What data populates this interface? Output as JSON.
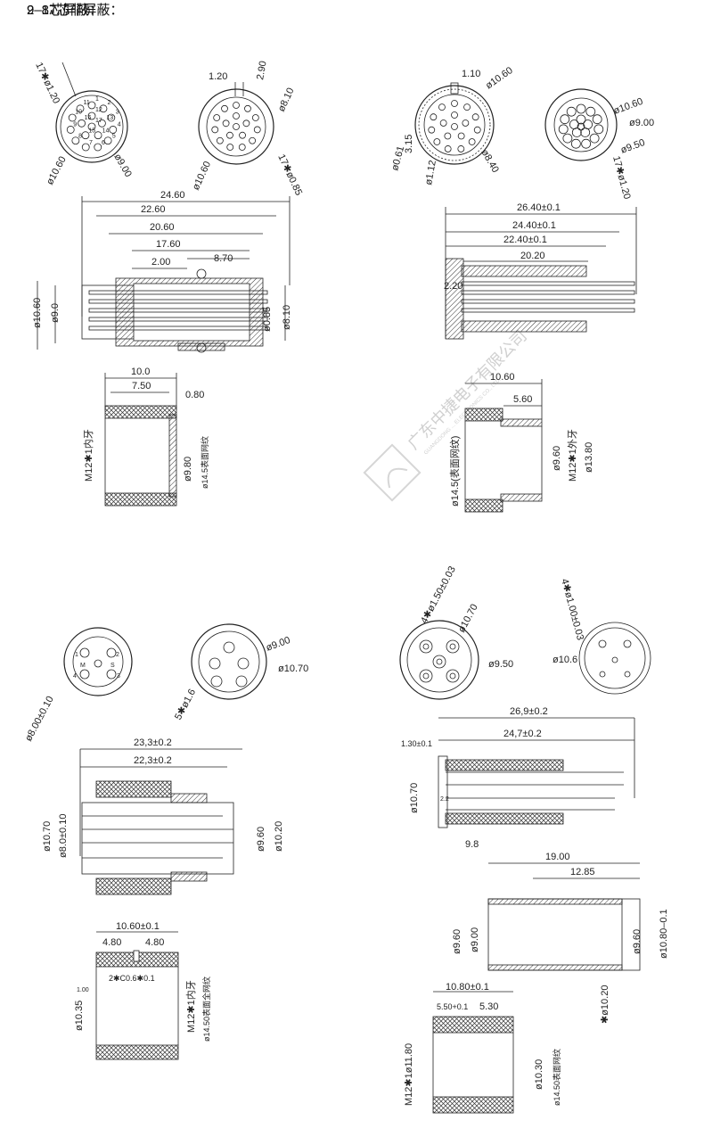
{
  "sections": {
    "s1_title": "9–17芯非屏蔽：",
    "s2_title": "2–8芯屏蔽："
  },
  "watermark": {
    "company": "广东中捷电子有限公司",
    "company_en": "GUANGDONG ... ELECTRONICS CO., LTD."
  },
  "s1_a_face": {
    "pins_label": "17✱ø1.20",
    "od": "ø10.60",
    "pcd": "ø9.00",
    "pin_numbers": [
      "1",
      "2",
      "3",
      "4",
      "5",
      "6",
      "7",
      "8",
      "9",
      "10",
      "11",
      "12",
      "13",
      "14",
      "15",
      "16",
      "17"
    ]
  },
  "s1_b_face": {
    "d1": "1.20",
    "d2": "2.90",
    "pcd": "ø8.10",
    "od": "ø10.60",
    "pins": "17✱ø0.85"
  },
  "s1_a_side": {
    "l1": "24.60",
    "l2": "22.60",
    "l3": "20.60",
    "l4": "17.60",
    "l5": "8.70",
    "l6": "2.00",
    "od": "ø10.60",
    "d2": "ø9.0",
    "pin": "ø0.85",
    "pcd": "ø8.10"
  },
  "s1_a_nut": {
    "len": "10.0",
    "l2": "7.50",
    "t": "0.80",
    "id": "ø9.80",
    "thread": "M12✱1内牙",
    "od": "ø14.5表面网纹"
  },
  "s1_c_face": {
    "d1": "1.10",
    "pcd": "ø10.60",
    "d3": "3.15",
    "d4": "ø0.61",
    "d5": "ø1.12",
    "d6": "ø8.40"
  },
  "s1_d_face": {
    "d1": "ø10.60",
    "d2": "ø9.00",
    "d3": "ø9.50",
    "pins": "17✱ø1.20"
  },
  "s1_b_side": {
    "l1": "26.40±0.1",
    "l2": "24.40±0.1",
    "l3": "22.40±0.1",
    "l4": "20.20",
    "l5": "2.20"
  },
  "s1_b_nut": {
    "l1": "10.60",
    "l2": "5.60",
    "od": "ø14.5(表面网纹)",
    "d2": "ø9.60",
    "thread": "M12✱1外牙",
    "d4": "ø13.80"
  },
  "s2_a_face": {
    "od": "ø8.00±0.10",
    "labels": [
      "1",
      "2",
      "3",
      "4",
      "M",
      "S"
    ]
  },
  "s2_b_face": {
    "d1": "ø9.00",
    "d2": "ø10.70",
    "pins": "5✱ø1.6"
  },
  "s2_a_side": {
    "l1": "23,3±0.2",
    "l2": "22,3±0.2",
    "od": "ø10.70",
    "d2": "ø8.0±0.10",
    "d3": "ø9.60",
    "d4": "ø10.20"
  },
  "s2_a_nut": {
    "len": "10.60±0.1",
    "w1": "4.80",
    "w2": "4.80",
    "d1": "1.00",
    "chamfer": "2✱C0.6✱0.1",
    "id": "ø10.35",
    "thread": "M12✱1内牙",
    "od": "ø14.50表面全网纹"
  },
  "s2_c_face": {
    "pins": "4✱ø1.50±0.03",
    "d1": "ø10.70",
    "d2": "ø9.50"
  },
  "s2_d_face": {
    "pins": "4✱ø1.00±0.03",
    "d1": "ø10.6"
  },
  "s2_b_side": {
    "l1": "26,9±0.2",
    "l2": "24,7±0.2",
    "l3": "1.30±0.1",
    "od": "ø10.70",
    "bottom": "9.8",
    "pin": "2.2"
  },
  "s2_b_sleeve": {
    "l1": "19.00",
    "l2": "12.85",
    "d1": "ø9.60",
    "d2": "ø9.00",
    "d3": "ø9.60",
    "d4": "ø10.80–0.1",
    "d5": "✱ø10.20"
  },
  "s2_b_nut": {
    "l1": "10.80±0.1",
    "l2": "5.50+0.1",
    "l3": "5.30",
    "thread": "M12✱1ø11.80",
    "d1": "ø10.30",
    "od": "ø14.50表面网纹"
  }
}
